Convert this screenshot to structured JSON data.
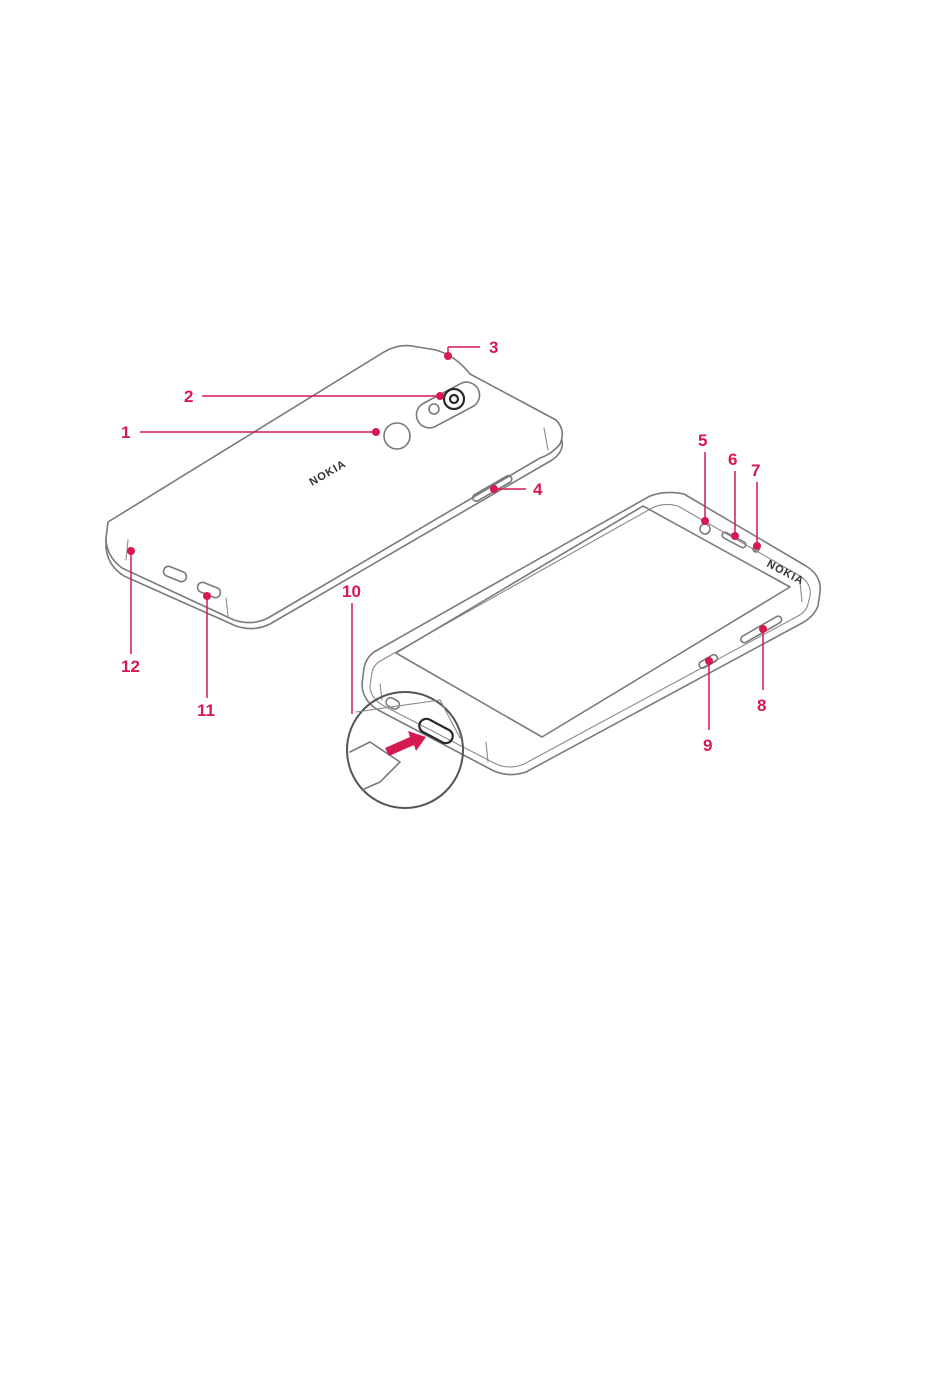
{
  "colors": {
    "accent": "#d6194f",
    "line": "#7a7a7a",
    "dark": "#2a2a2a"
  },
  "back_view": {
    "brand": "NOKIA",
    "callouts": [
      {
        "id": "fingerprint-sensor",
        "number": "1"
      },
      {
        "id": "rear-camera",
        "number": "2"
      },
      {
        "id": "top-microphone",
        "number": "3"
      },
      {
        "id": "volume-keys",
        "number": "4"
      },
      {
        "id": "bottom-left-port",
        "number": "12"
      },
      {
        "id": "loudspeaker",
        "number": "11"
      }
    ]
  },
  "front_view": {
    "brand": "NOKIA",
    "callouts": [
      {
        "id": "front-camera",
        "number": "5"
      },
      {
        "id": "earpiece",
        "number": "6"
      },
      {
        "id": "sensor",
        "number": "7"
      },
      {
        "id": "side-keys",
        "number": "8"
      },
      {
        "id": "power-key",
        "number": "9"
      },
      {
        "id": "usb-connector",
        "number": "10"
      }
    ]
  }
}
